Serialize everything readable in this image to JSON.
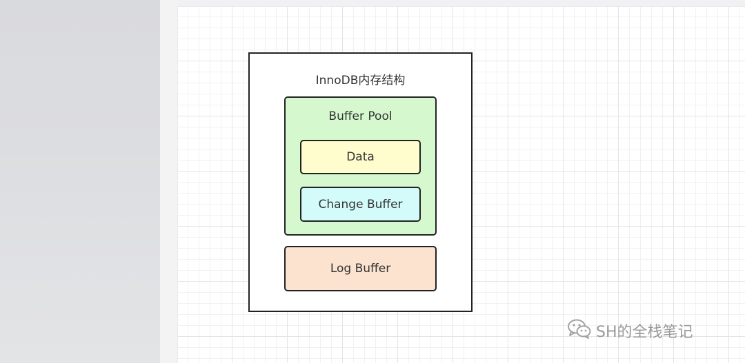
{
  "diagram": {
    "title": "InnoDB内存结构",
    "buffer_pool": {
      "label": "Buffer Pool",
      "children": [
        "Data",
        "Change Buffer"
      ]
    },
    "log_buffer": "Log Buffer"
  },
  "watermark": {
    "icon": "wechat-icon",
    "text": "SH的全栈笔记"
  },
  "colors": {
    "buffer_pool_fill": "#d5f8cf",
    "data_fill": "#fffccd",
    "change_buffer_fill": "#d3fbfa",
    "log_buffer_fill": "#fbe3cf"
  }
}
